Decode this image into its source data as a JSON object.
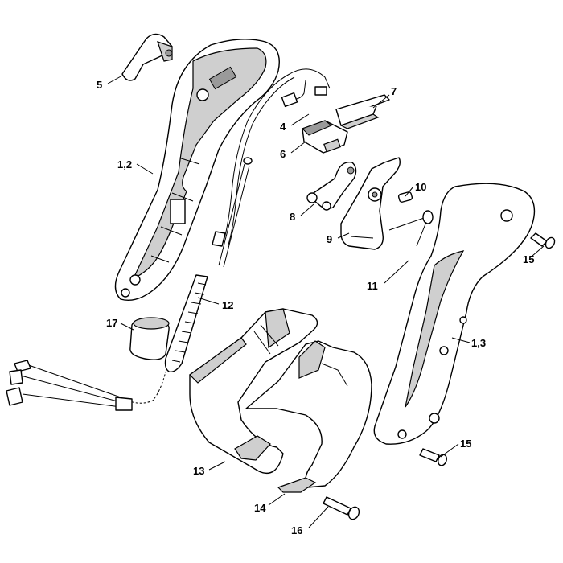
{
  "callouts": [
    {
      "id": "c5",
      "text": "5"
    },
    {
      "id": "c12a",
      "text": "1,2"
    },
    {
      "id": "c7",
      "text": "7"
    },
    {
      "id": "c4",
      "text": "4"
    },
    {
      "id": "c6",
      "text": "6"
    },
    {
      "id": "c10",
      "text": "10"
    },
    {
      "id": "c8",
      "text": "8"
    },
    {
      "id": "c9",
      "text": "9"
    },
    {
      "id": "c15a",
      "text": "15"
    },
    {
      "id": "c11",
      "text": "11"
    },
    {
      "id": "c12",
      "text": "12"
    },
    {
      "id": "c17",
      "text": "17"
    },
    {
      "id": "c13b",
      "text": "1,3"
    },
    {
      "id": "c15b",
      "text": "15"
    },
    {
      "id": "c13",
      "text": "13"
    },
    {
      "id": "c14",
      "text": "14"
    },
    {
      "id": "c16",
      "text": "16"
    }
  ]
}
